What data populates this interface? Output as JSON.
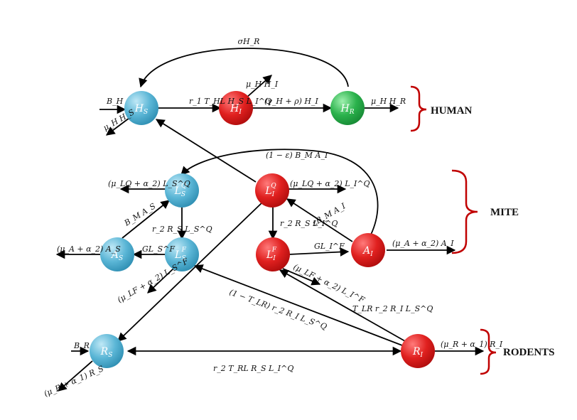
{
  "colors": {
    "susceptible": "#5bb6d6",
    "infected": "#e0201f",
    "recovered": "#2bb24c",
    "brace": "#c00000"
  },
  "nodes": {
    "HS": {
      "main": "H",
      "sub": "S"
    },
    "HI": {
      "main": "H",
      "sub": "I"
    },
    "HR": {
      "main": "H",
      "sub": "R"
    },
    "LSQ": {
      "main": "L",
      "sub": "S",
      "sup": "Q"
    },
    "LSF": {
      "main": "L",
      "sub": "S",
      "sup": "F"
    },
    "AS": {
      "main": "A",
      "sub": "S"
    },
    "LIQ": {
      "main": "L",
      "sub": "I",
      "sup": "Q"
    },
    "LIF": {
      "main": "L",
      "sub": "I",
      "sup": "F"
    },
    "AI": {
      "main": "A",
      "sub": "I"
    },
    "RS": {
      "main": "R",
      "sub": "S"
    },
    "RI": {
      "main": "R",
      "sub": "I"
    }
  },
  "edge_labels": {
    "sigmaHR": "σH_R",
    "BH": "B_H",
    "muHHS": "μ_H H_S",
    "infectHuman": "r_1 T_HL H_S L_I^Q",
    "muHHI": "μ_H H_I",
    "recover": "(γ_H + ρ) H_I",
    "muHHR": "μ_H H_R",
    "eggsAI": "(1 − ε) B_M A_I",
    "deathLSQ": "(μ_LQ + α_2) L_S^Q",
    "deathLIQ": "(μ_LQ + α_2) L_I^Q",
    "BMAS": "B_M A_S",
    "r2RSLSQ": "r_2 R_S L_S^Q",
    "r2RSLIQ": "r_2 R_S L_I^Q",
    "epsBMAI": "εB_M A_I",
    "deathAS": "(μ_A + α_2) A_S",
    "GLSF": "GL_S^F",
    "GLIF": "GL_I^F",
    "deathAI": "(μ_A + α_2) A_I",
    "deathLSF": "(μ_LF + α_2) L_S^F",
    "deathLIF": "(μ_LF + α_2) L_I^F",
    "oneMinusTLR": "(1 − T_LR) r_2 R_I L_S^Q",
    "TLR": "T_LR r_2 R_I L_S^Q",
    "BR": "B_R",
    "deathRS": "(μ_R + α_1) R_S",
    "deathRI": "(μ_R + α_1) R_I",
    "infectRodent": "r_2 T_RL R_S L_I^Q"
  },
  "groups": {
    "human": "HUMAN",
    "mite": "MITE",
    "rodents": "RODENTS"
  }
}
